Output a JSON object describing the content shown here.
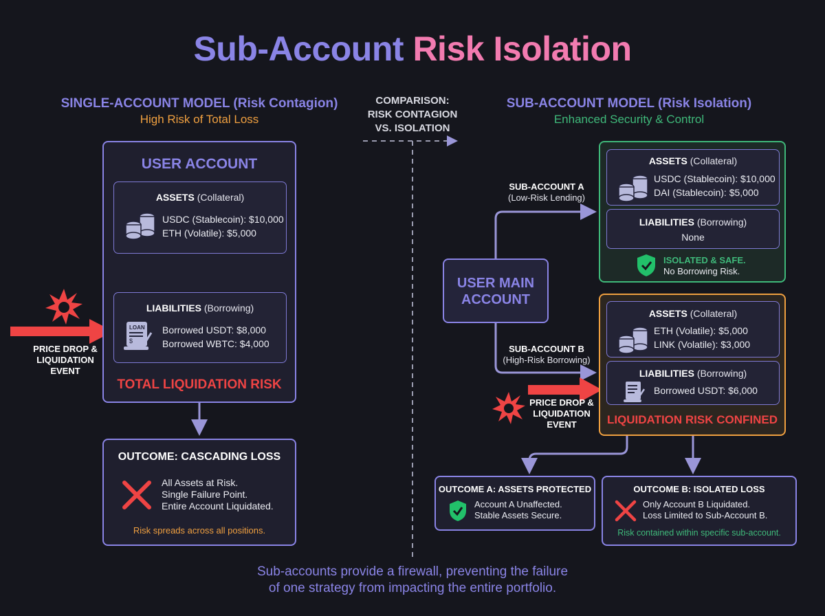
{
  "title": {
    "part1": "Sub-Account",
    "part2": "Risk Isolation"
  },
  "colors": {
    "accent": "#8a84e6",
    "pink": "#f27bb0",
    "orange": "#f0a040",
    "green": "#3fb97a",
    "red": "#ef4444",
    "background": "#15161d"
  },
  "left": {
    "heading": "SINGLE-ACCOUNT MODEL (Risk Contagion)",
    "subheading": "High Risk of Total Loss",
    "account_title": "USER ACCOUNT",
    "assets": {
      "title_bold": "ASSETS",
      "title_note": "(Collateral)",
      "icon": "coins-icon",
      "lines": [
        "USDC (Stablecoin): $10,000",
        "ETH (Volatile): $5,000"
      ]
    },
    "liabilities": {
      "title_bold": "LIABILITIES",
      "title_note": "(Borrowing)",
      "icon": "loan-document-icon",
      "lines": [
        "Borrowed USDT: $8,000",
        "Borrowed WBTC: $4,000"
      ]
    },
    "risk_label": "TOTAL LIQUIDATION RISK",
    "event": {
      "icon": "explosion-icon",
      "lines": [
        "PRICE DROP &",
        "LIQUIDATION",
        "EVENT"
      ]
    },
    "outcome": {
      "title": "OUTCOME: CASCADING LOSS",
      "icon": "x-icon",
      "lines": [
        "All Assets at Risk.",
        "Single Failure Point.",
        "Entire Account Liquidated."
      ],
      "note": "Risk spreads across all positions."
    }
  },
  "center": {
    "lines": [
      "COMPARISON:",
      "RISK CONTAGION",
      "VS. ISOLATION"
    ]
  },
  "right": {
    "heading": "SUB-ACCOUNT MODEL (Risk Isolation)",
    "subheading": "Enhanced Security & Control",
    "main_account": [
      "USER MAIN",
      "ACCOUNT"
    ],
    "sub_a_label": {
      "name": "SUB-ACCOUNT A",
      "desc": "(Low-Risk Lending)"
    },
    "sub_b_label": {
      "name": "SUB-ACCOUNT B",
      "desc": "(High-Risk Borrowing)"
    },
    "sub_a": {
      "assets": {
        "title_bold": "ASSETS",
        "title_note": "(Collateral)",
        "icon": "coins-icon",
        "lines": [
          "USDC (Stablecoin): $10,000",
          "DAI (Stablecoin): $5,000"
        ]
      },
      "liabilities": {
        "title_bold": "LIABILITIES",
        "title_note": "(Borrowing)",
        "value": "None"
      },
      "status": {
        "icon": "shield-check-icon",
        "bold": "ISOLATED & SAFE.",
        "text": "No Borrowing Risk."
      }
    },
    "sub_b": {
      "assets": {
        "title_bold": "ASSETS",
        "title_note": "(Collateral)",
        "icon": "coins-icon",
        "lines": [
          "ETH (Volatile): $5,000",
          "LINK (Volatile): $3,000"
        ]
      },
      "liabilities": {
        "title_bold": "LIABILITIES",
        "title_note": "(Borrowing)",
        "icon": "loan-document-icon",
        "lines": [
          "Borrowed USDT: $6,000"
        ]
      },
      "risk_label": "LIQUIDATION RISK CONFINED"
    },
    "event": {
      "icon": "explosion-icon",
      "lines": [
        "PRICE DROP &",
        "LIQUIDATION",
        "EVENT"
      ]
    },
    "outcome_a": {
      "title": "OUTCOME A: ASSETS PROTECTED",
      "icon": "shield-check-icon",
      "lines": [
        "Account A Unaffected.",
        "Stable Assets Secure."
      ]
    },
    "outcome_b": {
      "title": "OUTCOME B: ISOLATED LOSS",
      "icon": "x-icon",
      "lines": [
        "Only Account B Liquidated.",
        "Loss Limited to Sub-Account B."
      ],
      "note": "Risk contained within specific sub-account."
    }
  },
  "footer": {
    "lines": [
      "Sub-accounts provide a firewall, preventing the failure",
      "of one strategy from impacting the entire portfolio."
    ]
  }
}
